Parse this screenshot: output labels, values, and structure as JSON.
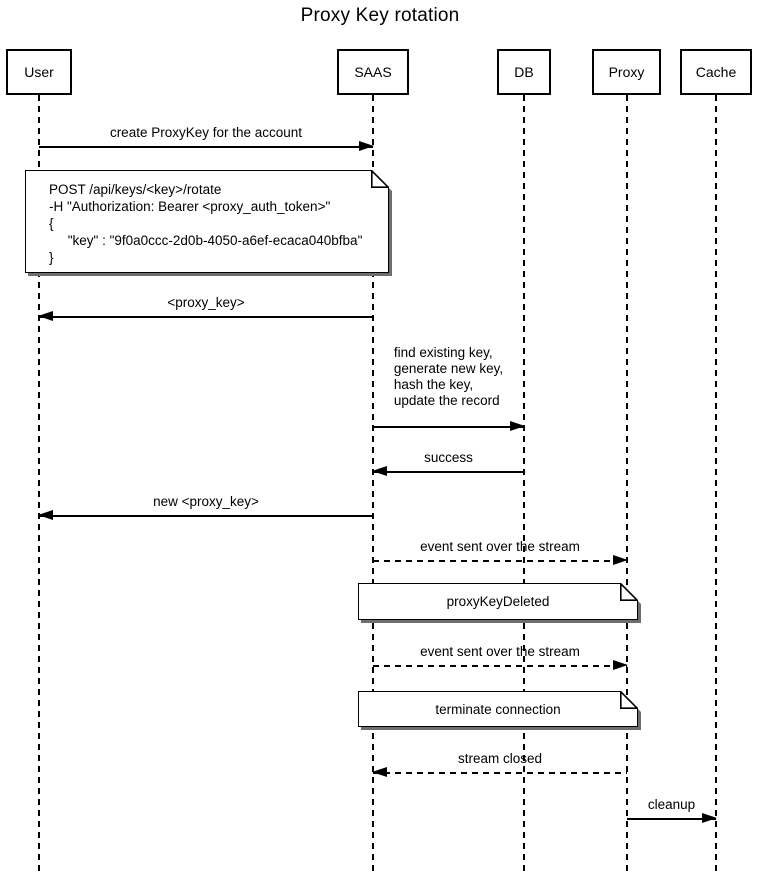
{
  "title": "Proxy Key rotation",
  "colors": {
    "line": "#000000",
    "background": "#ffffff",
    "note_fill": "#ffffff",
    "note_shadow": "#6e6e6e"
  },
  "participants": [
    {
      "name": "User"
    },
    {
      "name": "SAAS"
    },
    {
      "name": "DB"
    },
    {
      "name": "Proxy"
    },
    {
      "name": "Cache"
    }
  ],
  "messages": [
    {
      "from": "User",
      "to": "SAAS",
      "style": "solid",
      "label": "create ProxyKey for the account"
    },
    {
      "from": "SAAS",
      "to": "User",
      "style": "solid",
      "label": "<proxy_key>"
    },
    {
      "from": "SAAS",
      "to": "DB",
      "style": "solid",
      "label": "find existing key,\ngenerate new key,\nhash the key,\nupdate the record"
    },
    {
      "from": "DB",
      "to": "SAAS",
      "style": "solid",
      "label": "success"
    },
    {
      "from": "SAAS",
      "to": "User",
      "style": "solid",
      "label": "new <proxy_key>"
    },
    {
      "from": "SAAS",
      "to": "Proxy",
      "style": "dashed",
      "label": "event sent over the stream"
    },
    {
      "from": "SAAS",
      "to": "Proxy",
      "style": "dashed",
      "label": "event sent over the stream"
    },
    {
      "from": "Proxy",
      "to": "SAAS",
      "style": "dashed",
      "label": "stream closed"
    },
    {
      "from": "Proxy",
      "to": "Cache",
      "style": "solid",
      "label": "cleanup"
    }
  ],
  "notes": [
    {
      "span": "User-SAAS",
      "text": "POST /api/keys/<key>/rotate\n-H \"Authorization: Bearer <proxy_auth_token>\"\n{\n     \"key\" : \"9f0a0ccc-2d0b-4050-a6ef-ecaca040bfba\"\n}"
    },
    {
      "span": "SAAS-Proxy",
      "text": "proxyKeyDeleted"
    },
    {
      "span": "SAAS-Proxy",
      "text": "terminate connection"
    }
  ]
}
